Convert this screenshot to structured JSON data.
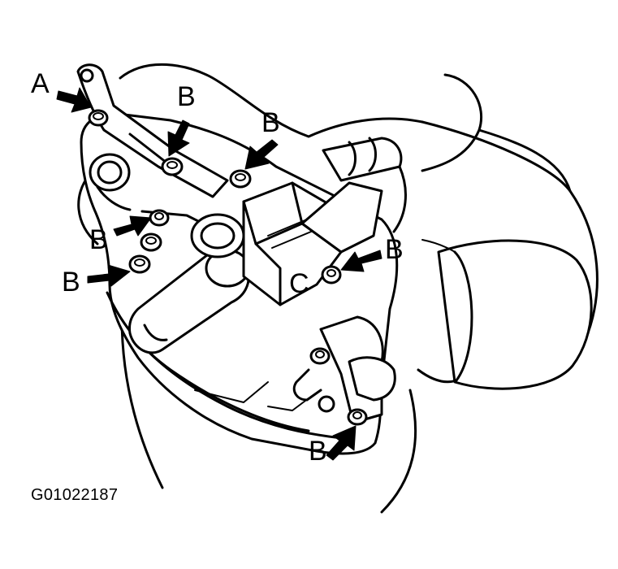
{
  "labels": {
    "a": "A",
    "b": "B",
    "c": "C"
  },
  "figure_code": "G01022187"
}
